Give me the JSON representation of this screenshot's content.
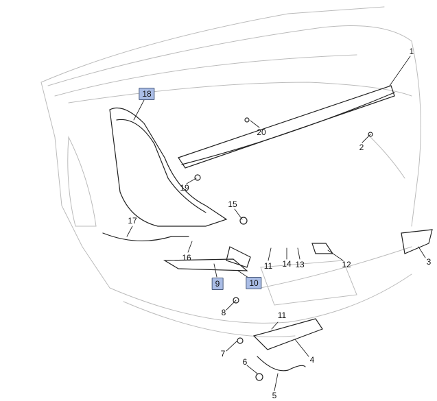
{
  "callouts": [
    {
      "id": "1",
      "text": "1",
      "highlighted": false
    },
    {
      "id": "2",
      "text": "2",
      "highlighted": false
    },
    {
      "id": "3",
      "text": "3",
      "highlighted": false
    },
    {
      "id": "4",
      "text": "4",
      "highlighted": false
    },
    {
      "id": "5",
      "text": "5",
      "highlighted": false
    },
    {
      "id": "6",
      "text": "6",
      "highlighted": false
    },
    {
      "id": "7",
      "text": "7",
      "highlighted": false
    },
    {
      "id": "8",
      "text": "8",
      "highlighted": false
    },
    {
      "id": "9",
      "text": "9",
      "highlighted": true
    },
    {
      "id": "10",
      "text": "10",
      "highlighted": true
    },
    {
      "id": "11a",
      "text": "11",
      "highlighted": false
    },
    {
      "id": "11b",
      "text": "11",
      "highlighted": false
    },
    {
      "id": "12",
      "text": "12",
      "highlighted": false
    },
    {
      "id": "13",
      "text": "13",
      "highlighted": false
    },
    {
      "id": "14",
      "text": "14",
      "highlighted": false
    },
    {
      "id": "15",
      "text": "15",
      "highlighted": false
    },
    {
      "id": "16",
      "text": "16",
      "highlighted": false
    },
    {
      "id": "17",
      "text": "17",
      "highlighted": false
    },
    {
      "id": "18",
      "text": "18",
      "highlighted": true
    },
    {
      "id": "19",
      "text": "19",
      "highlighted": false
    },
    {
      "id": "20",
      "text": "20",
      "highlighted": false
    }
  ],
  "colors": {
    "highlight": "#aabde6",
    "line": "#222222",
    "body_line": "#bbbbbb"
  }
}
